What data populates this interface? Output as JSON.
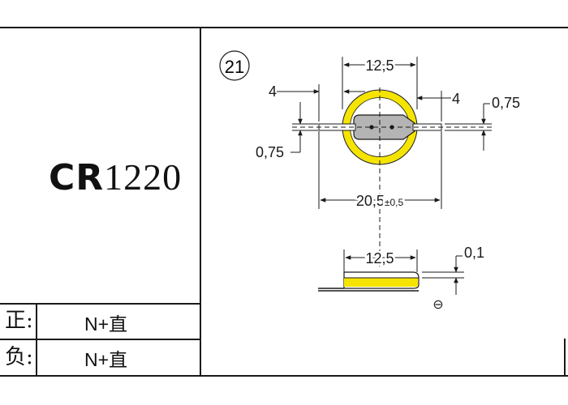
{
  "title_block": {
    "model_prefix": "CR",
    "model_number": "1220",
    "rows": [
      {
        "label": "正:",
        "value": "N+直"
      },
      {
        "label": "负:",
        "value": "N+直"
      }
    ]
  },
  "drawing": {
    "item_number": "21",
    "top_view": {
      "dim_width": "12,5",
      "dim_tab_left": "4",
      "dim_tab_right": "4",
      "dim_thickness_right": "0,75",
      "dim_thickness_left": "0,75",
      "dim_overall": "20,5",
      "dim_overall_tol": "±0,5"
    },
    "side_view": {
      "dim_width": "12,5",
      "dim_gap": "0,1",
      "polarity_symbol": "⊖"
    },
    "colors": {
      "battery_body": "#f5e400",
      "terminal_tab": "#b4b4b4",
      "line": "#1a1a1a"
    }
  }
}
